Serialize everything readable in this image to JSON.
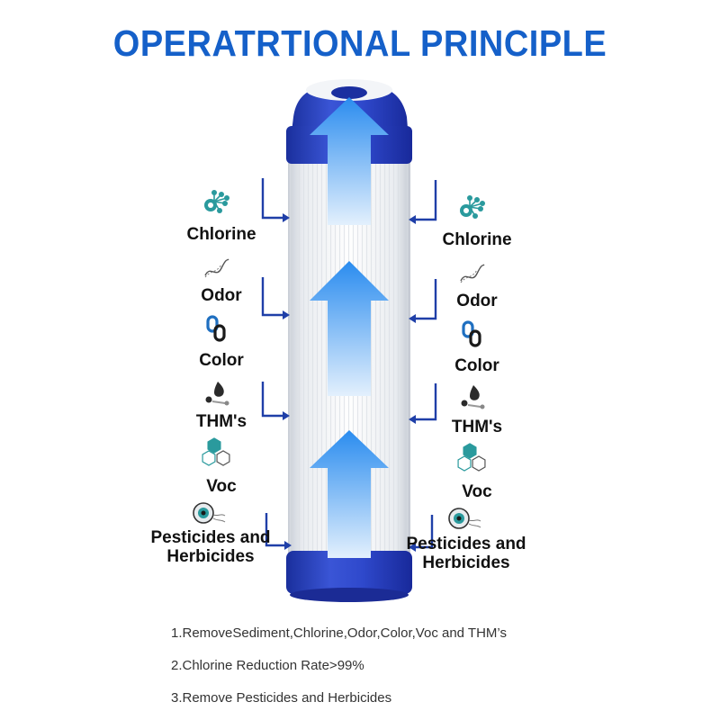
{
  "title": "OPERATRTIONAL PRINCIPLE",
  "colors": {
    "accent": "#1560c9",
    "cap": "#2741c2",
    "arrow_top": "#2a8cef",
    "arrow_bottom": "#e3f0fd",
    "icon_teal": "#2a9a9d",
    "icon_blue": "#1f6fc0",
    "icon_dark": "#2b2b2b"
  },
  "contaminants": [
    {
      "label": "Chlorine",
      "icon": "molecule-icon"
    },
    {
      "label": "Odor",
      "icon": "dna-strand-icon"
    },
    {
      "label": "Color",
      "icon": "chain-link-icon"
    },
    {
      "label": "THM's",
      "icon": "droplet-molecule-icon"
    },
    {
      "label": "Voc",
      "icon": "hexagon-cluster-icon"
    },
    {
      "label": "Pesticides and\nHerbicides",
      "icon": "microbe-icon"
    }
  ],
  "notes": [
    "1.RemoveSediment,Chlorine,Odor,Color,Voc and THM’s",
    "2.Chlorine Reduction Rate>99%",
    "3.Remove Pesticides and Herbicides"
  ]
}
